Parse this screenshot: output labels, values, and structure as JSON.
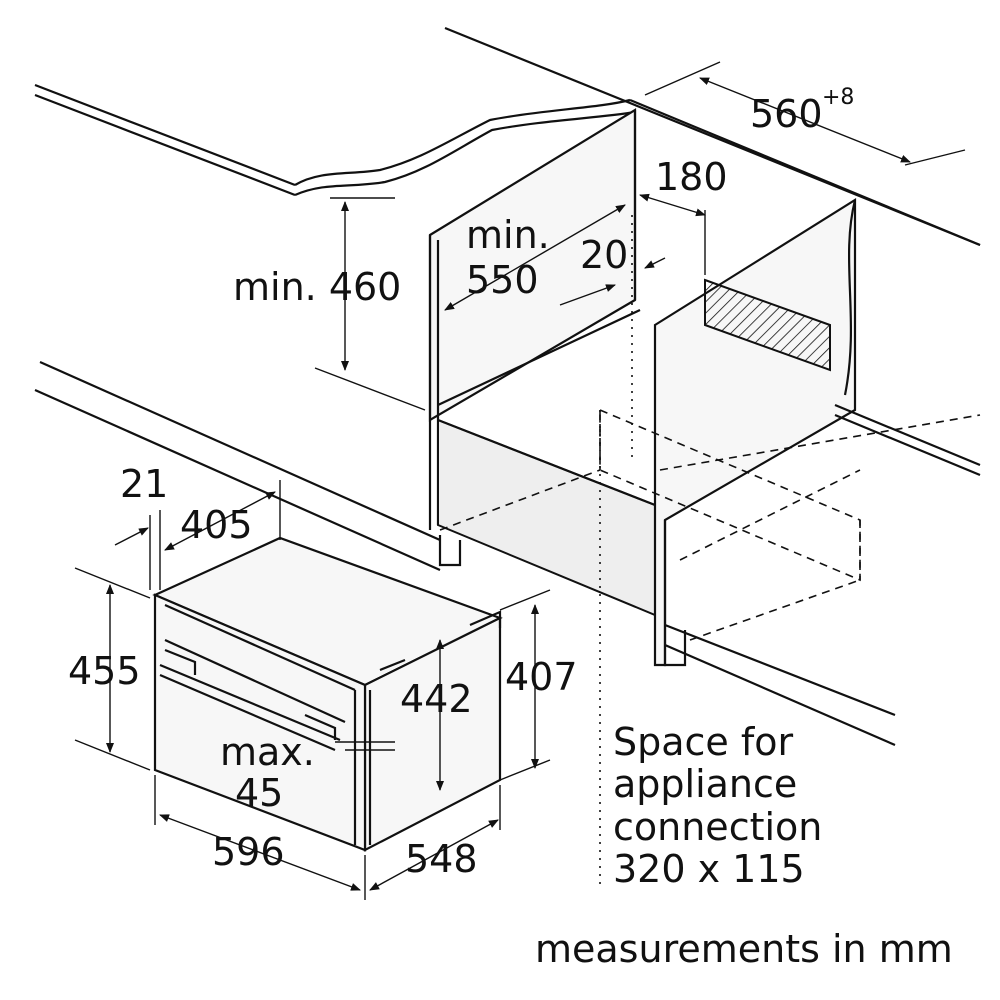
{
  "dimensions": {
    "cutout_width": "560",
    "cutout_width_tolerance": "+8",
    "side_offset": "180",
    "gap": "20",
    "min_depth_label": "min.",
    "min_depth_value": "550",
    "min_height": "min. 460",
    "front_thickness": "21",
    "depth_inner": "405",
    "front_height": "455",
    "body_height": "442",
    "rear_height": "407",
    "max_label": "max.",
    "max_value": "45",
    "width": "596",
    "depth": "548"
  },
  "notes": {
    "space_line1": "Space for",
    "space_line2": "appliance",
    "space_line3": "connection",
    "space_line4": "320 x 115",
    "units": "measurements in mm"
  }
}
